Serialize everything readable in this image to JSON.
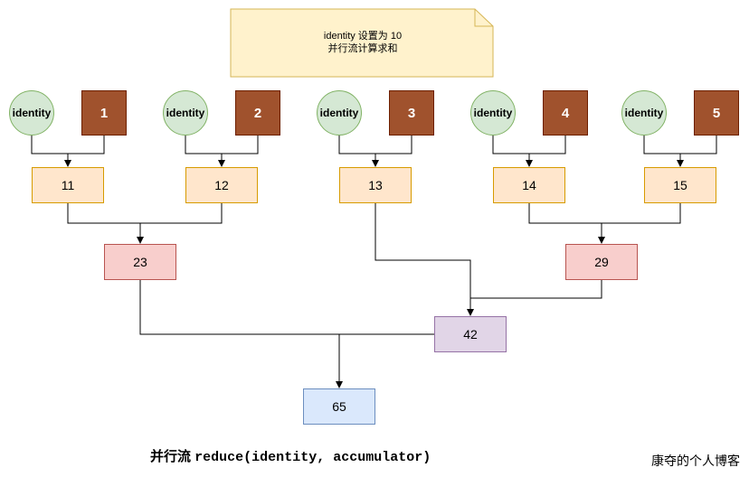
{
  "note": {
    "line1": "identity 设置为 10",
    "line2": "并行流计算求和"
  },
  "identity_label": "identity",
  "values": [
    "1",
    "2",
    "3",
    "4",
    "5"
  ],
  "level1": [
    "11",
    "12",
    "13",
    "14",
    "15"
  ],
  "level2": {
    "left": "23",
    "right": "29"
  },
  "level3": "42",
  "result": "65",
  "caption": {
    "prefix": "并行流 ",
    "code": "reduce(identity, accumulator)"
  },
  "watermark": "康夺的个人博客",
  "colors": {
    "identity_fill": "#d5e8d4",
    "value_fill": "#a0522d",
    "level1_fill": "#ffe6cc",
    "level2_fill": "#f8cecc",
    "level3_fill": "#e1d5e7",
    "result_fill": "#dae8fc",
    "note_fill": "#fff2cc"
  }
}
